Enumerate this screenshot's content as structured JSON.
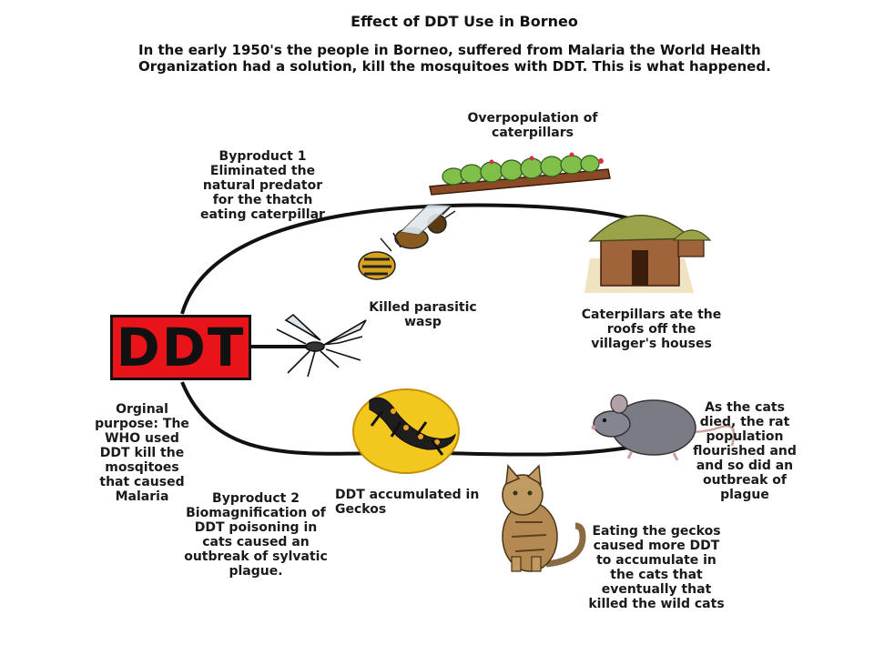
{
  "title": "Effect of DDT Use in Borneo",
  "intro": "In the early 1950's the people in Borneo, suffered from Malaria the World Health Organization had a solution, kill the mosquitoes with DDT. This is what happened.",
  "center_label": "DDT",
  "labels": {
    "caterpillars": "Overpopulation of\ncaterpillars",
    "byproduct1": "Byproduct 1\nEliminated the\nnatural predator\nfor the thatch\neating caterpillar",
    "wasp": "Killed parasitic\nwasp",
    "houses": "Caterpillars ate the\nroofs off the\nvillager's houses",
    "original": "Orginal\npurpose: The\nWHO used\nDDT kill the\nmosqitoes\nthat caused\nMalaria",
    "rats": "As the cats\ndied, the rat\npopulation\nflourished and\nand so did an\noutbreak of\nplague",
    "geckos": "DDT accumulated in\nGeckos",
    "byproduct2": "Byproduct 2\nBiomagnification of\nDDT poisoning in\ncats caused an\noutbreak of sylvatic\nplague.",
    "cats": "Eating the geckos\ncaused more DDT\nto accumulate in\nthe cats that\neventually that\nkilled the wild cats"
  },
  "illustrations": [
    "caterpillar-illustration",
    "wasp-illustration",
    "hut-illustration",
    "mosquito-illustration",
    "gecko-illustration",
    "rat-illustration",
    "cat-illustration"
  ],
  "colors": {
    "ddt_box": "#e8141a",
    "cycle_line": "#111111",
    "gecko_disc": "#f2c81e"
  }
}
